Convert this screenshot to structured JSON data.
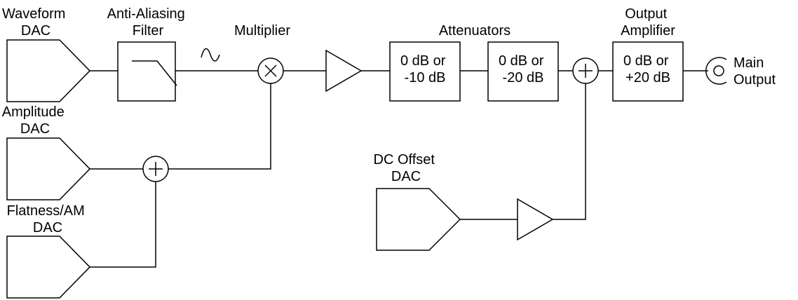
{
  "diagram": {
    "labels": {
      "waveform_dac": [
        "Waveform",
        "DAC"
      ],
      "anti_aliasing_filter": [
        "Anti-Aliasing",
        "Filter"
      ],
      "multiplier": "Multiplier",
      "attenuators": "Attenuators",
      "output_amplifier": [
        "Output",
        "Amplifier"
      ],
      "main_output": [
        "Main",
        "Output"
      ],
      "amplitude_dac": [
        "Amplitude",
        "DAC"
      ],
      "flatness_am_dac": [
        "Flatness/AM",
        "DAC"
      ],
      "dc_offset_dac": [
        "DC Offset",
        "DAC"
      ]
    },
    "blocks": {
      "attenuator_1": [
        "0 dB or",
        "-10 dB"
      ],
      "attenuator_2": [
        "0 dB or",
        "-20 dB"
      ],
      "output_amp": [
        "0 dB or",
        "+20 dB"
      ]
    },
    "symbols": {
      "sine": "sine-wave-icon",
      "multiplier": "multiply-icon",
      "summer": "plus-icon",
      "amplifier": "triangle-amplifier-icon",
      "output_connector": "bnc-connector-icon",
      "lowpass": "lowpass-filter-icon"
    }
  }
}
